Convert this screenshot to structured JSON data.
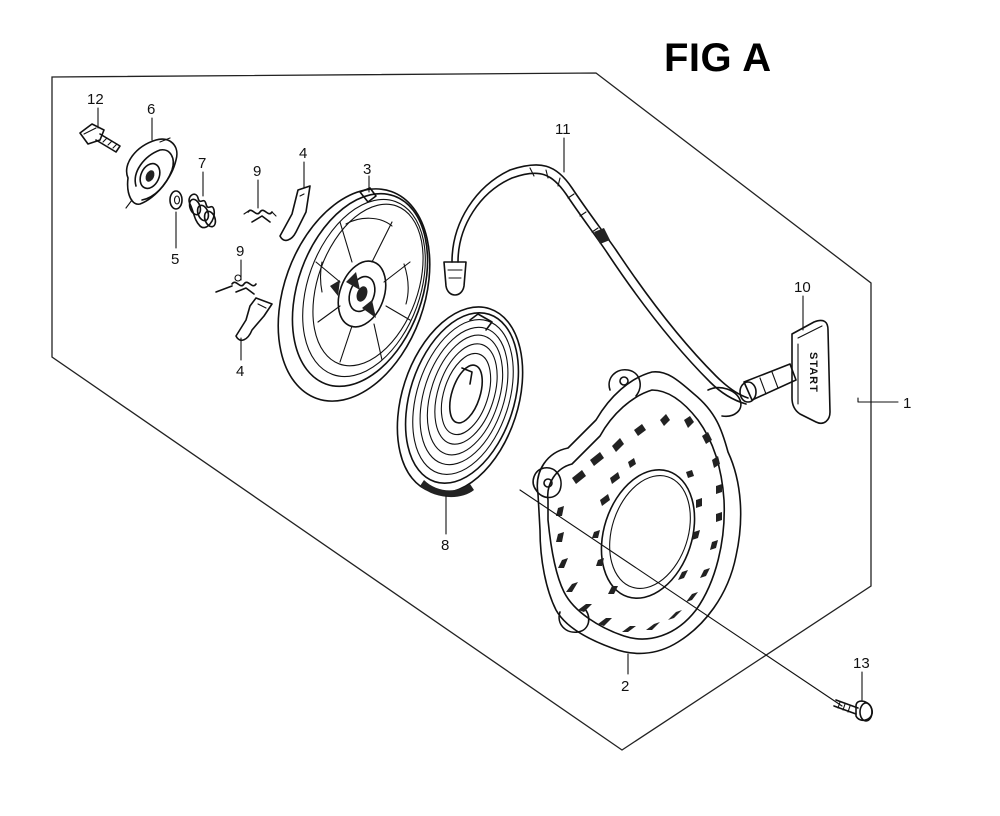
{
  "figure": {
    "title": "FIG A",
    "handle_text": "START"
  },
  "callouts": [
    {
      "id": "c1",
      "label": "1"
    },
    {
      "id": "c2",
      "label": "2"
    },
    {
      "id": "c3",
      "label": "3"
    },
    {
      "id": "c4a",
      "label": "4"
    },
    {
      "id": "c4b",
      "label": "4"
    },
    {
      "id": "c5",
      "label": "5"
    },
    {
      "id": "c6",
      "label": "6"
    },
    {
      "id": "c7",
      "label": "7"
    },
    {
      "id": "c8",
      "label": "8"
    },
    {
      "id": "c9a",
      "label": "9"
    },
    {
      "id": "c9b",
      "label": "9"
    },
    {
      "id": "c10",
      "label": "10"
    },
    {
      "id": "c11",
      "label": "11"
    },
    {
      "id": "c12",
      "label": "12"
    },
    {
      "id": "c13",
      "label": "13"
    }
  ]
}
